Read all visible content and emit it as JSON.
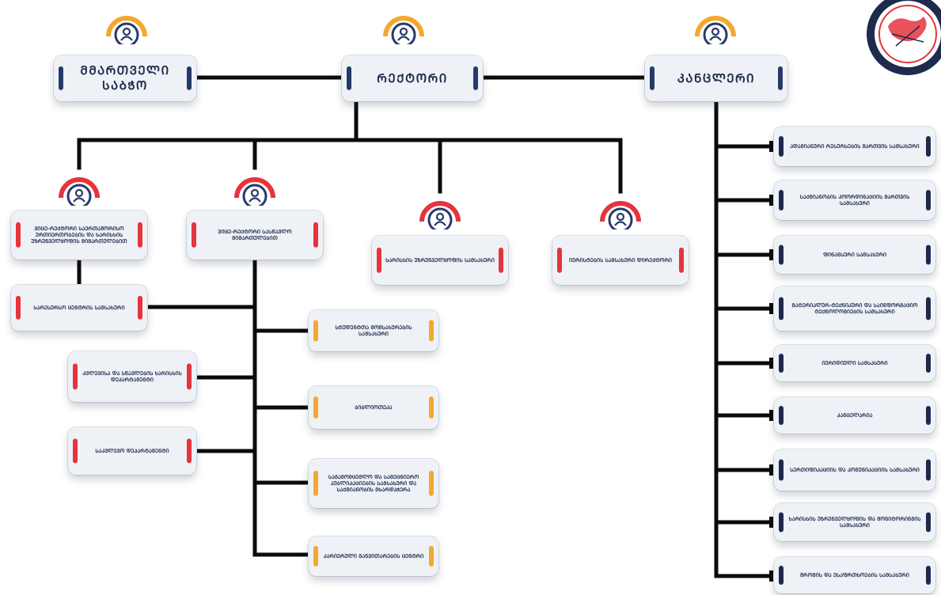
{
  "colors": {
    "line": "#0b0b0b",
    "navy": "#1e2b4d",
    "red": "#e5343d",
    "orange": "#f4a830",
    "box": "#eef2f6"
  },
  "icon": "person-icon",
  "top": {
    "board": "ᲛᲛᲐᲠᲗᲕᲔᲚᲘ ᲡᲐᲑᲭᲝ",
    "rector": "ᲠᲔᲥᲢᲝᲠᲘ",
    "chancellor": "ᲙᲐᲜᲪᲚᲔᲠᲘ"
  },
  "vice": [
    "ᲕᲘᲪᲔ-ᲠᲔᲥᲢᲝᲠᲘ ᲡᲐᲔᲠᲗᲐᲨᲝᲠᲘᲡᲝ ᲣᲠᲗᲘᲔᲠᲗᲝᲑᲔᲑᲘᲡ ᲓᲐ ᲮᲐᲠᲘᲡᲮᲘᲡ ᲣᲖᲠᲣᲜᲕᲔᲚᲧᲝᲤᲘᲡ ᲛᲘᲛᲐᲠᲗᲣᲚᲔᲑᲘᲗ",
    "ᲕᲘᲪᲔ-ᲠᲔᲥᲢᲝᲠᲘ ᲡᲐᲡᲬᲐᲕᲚᲝ ᲛᲘᲛᲐᲠᲗᲣᲚᲔᲑᲘᲗ",
    "ᲮᲐᲠᲘᲡᲮᲘᲡ ᲣᲖᲠᲣᲜᲕᲔᲚᲧᲝᲤᲘᲡ ᲡᲐᲛᲡᲐᲮᲣᲠᲘ",
    "ᲘᲣᲠᲘᲡᲢᲔᲑᲘᲡ ᲡᲐᲛᲡᲐᲮᲣᲠᲘ ᲓᲘᲠᲔᲥᲢᲝᲠᲘ"
  ],
  "left_units": [
    "ᲡᲐᲠᲔᲡᲣᲠᲡᲝ ᲪᲔᲜᲢᲠᲘᲡ ᲡᲐᲛᲡᲐᲮᲣᲠᲘ",
    "ᲙᲕᲚᲔᲕᲘᲡᲐ ᲓᲐ ᲡᲬᲐᲕᲚᲔᲑᲘᲡ ᲮᲐᲠᲘᲡᲮᲘᲡ ᲓᲔᲞᲐᲠᲢᲐᲛᲔᲜᲢᲘ",
    "ᲡᲐᲙᲕᲚᲔᲕᲝ ᲓᲔᲞᲐᲠᲢᲐᲛᲔᲜᲢᲘ"
  ],
  "center_units": [
    "ᲡᲢᲣᲓᲔᲜᲢᲗᲐ ᲛᲝᲛᲡᲐᲮᲣᲠᲔᲑᲘᲡ ᲡᲐᲛᲡᲐᲮᲣᲠᲘ",
    "ᲑᲘᲑᲚᲘᲝᲗᲔᲙᲐ",
    "ᲡᲐᲒᲐᲛᲝᲛᲪᲔᲛᲚᲝ ᲓᲐ ᲡᲐᲛᲔᲪᲜᲘᲔᲠᲝ ᲞᲣᲑᲚᲘᲙᲐᲪᲘᲔᲑᲘᲡ ᲡᲐᲛᲡᲐᲮᲣᲠᲘ ᲓᲐ ᲡᲐᲥᲛᲘᲐᲜᲝᲑᲘᲡ ᲛᲮᲐᲠᲓᲐᲭᲔᲠᲐ",
    "ᲙᲐᲠᲘᲔᲠᲣᲚᲘ ᲒᲐᲜᲕᲘᲗᲐᲠᲔᲑᲘᲡ ᲪᲔᲜᲢᲠᲘ"
  ],
  "right_units": [
    "ᲐᲓᲐᲛᲘᲐᲜᲣᲠᲘ ᲠᲔᲡᲣᲠᲡᲔᲑᲘᲡ ᲛᲐᲠᲗᲕᲘᲡ ᲡᲐᲛᲡᲐᲮᲣᲠᲘ",
    "ᲡᲐᲥᲛᲘᲐᲜᲝᲑᲘᲡ ᲙᲝᲝᲠᲓᲘᲜᲐᲪᲘᲘᲡ ᲛᲐᲠᲗᲕᲘᲡ ᲡᲐᲛᲡᲐᲮᲣᲠᲘ",
    "ᲤᲘᲜᲐᲜᲡᲣᲠᲘ ᲡᲐᲛᲡᲐᲮᲣᲠᲘ",
    "ᲛᲐᲢᲔᲠᲘᲐᲚᲣᲠ-ᲢᲔᲥᲜᲘᲙᲣᲠᲘ ᲓᲐ ᲡᲐᲘᲜᲤᲝᲠᲛᲐᲪᲘᲝ ᲢᲔᲥᲜᲝᲚᲝᲒᲘᲔᲑᲘᲡ ᲡᲐᲛᲡᲐᲮᲣᲠᲘ",
    "ᲘᲣᲠᲘᲓᲘᲣᲚᲘ ᲡᲐᲛᲡᲐᲮᲣᲠᲘ",
    "ᲙᲐᲜᲪᲔᲚᲐᲠᲘᲐ",
    "ᲡᲔᲠᲗᲘᲤᲘᲙᲐᲪᲘᲘᲡ ᲓᲐ ᲙᲝᲛᲣᲜᲘᲙᲐᲪᲘᲘᲡ ᲡᲐᲛᲡᲐᲮᲣᲠᲘ",
    "ᲮᲐᲠᲘᲡᲮᲘᲡ ᲣᲖᲠᲣᲜᲕᲔᲚᲧᲝᲤᲘᲡ ᲓᲐ ᲛᲝᲜᲘᲢᲝᲠᲘᲜᲒᲘᲡ ᲡᲐᲛᲡᲐᲮᲣᲠᲘ",
    "ᲨᲠᲝᲛᲘᲡ ᲓᲐ ᲣᲡᲐᲤᲠᲗᲮᲝᲔᲑᲘᲡ ᲡᲐᲛᲡᲐᲮᲣᲠᲘ"
  ]
}
